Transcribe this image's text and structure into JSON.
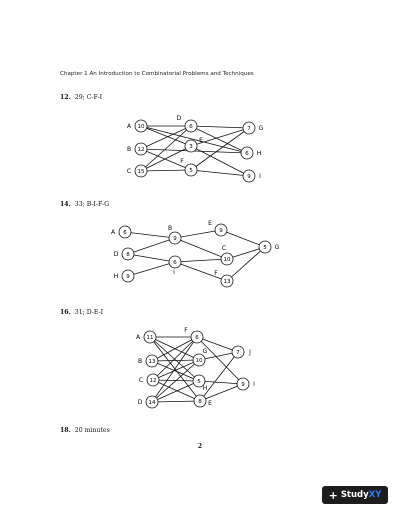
{
  "header": "Chapter 1 An Introduction to Combinatorial Problems and Techniques",
  "page_number": "2",
  "footer_brand": {
    "prefix": "Study",
    "suffix": "XY"
  },
  "problems": [
    {
      "number": "12.",
      "answer": "29; C-F-I",
      "graph": {
        "nodes": [
          {
            "id": "A",
            "value": "10",
            "label": "A"
          },
          {
            "id": "B",
            "value": "12",
            "label": "B"
          },
          {
            "id": "C",
            "value": "15",
            "label": "C"
          },
          {
            "id": "D",
            "value": "6",
            "label": "D"
          },
          {
            "id": "E",
            "value": "3",
            "label": "E"
          },
          {
            "id": "F",
            "value": "5",
            "label": "F"
          },
          {
            "id": "G",
            "value": "7",
            "label": "G"
          },
          {
            "id": "H",
            "value": "6",
            "label": "H"
          },
          {
            "id": "I",
            "value": "9",
            "label": "I"
          }
        ],
        "edges": [
          [
            "A",
            "D"
          ],
          [
            "A",
            "E"
          ],
          [
            "A",
            "H"
          ],
          [
            "B",
            "D"
          ],
          [
            "B",
            "F"
          ],
          [
            "C",
            "E"
          ],
          [
            "C",
            "F"
          ],
          [
            "C",
            "D"
          ],
          [
            "D",
            "G"
          ],
          [
            "D",
            "H"
          ],
          [
            "E",
            "G"
          ],
          [
            "E",
            "I"
          ],
          [
            "F",
            "G"
          ],
          [
            "F",
            "I"
          ],
          [
            "B",
            "H"
          ]
        ]
      }
    },
    {
      "number": "14.",
      "answer": "33; B-I-F-G",
      "graph": {
        "nodes": [
          {
            "id": "A",
            "value": "6",
            "label": "A"
          },
          {
            "id": "D",
            "value": "8",
            "label": "D"
          },
          {
            "id": "H",
            "value": "9",
            "label": "H"
          },
          {
            "id": "B",
            "value": "9",
            "label": "B"
          },
          {
            "id": "I",
            "value": "6",
            "label": "I"
          },
          {
            "id": "E",
            "value": "9",
            "label": "E"
          },
          {
            "id": "C",
            "value": "10",
            "label": "C"
          },
          {
            "id": "F",
            "value": "13",
            "label": "F"
          },
          {
            "id": "G",
            "value": "5",
            "label": "G"
          }
        ],
        "edges": [
          [
            "A",
            "B"
          ],
          [
            "D",
            "B"
          ],
          [
            "D",
            "I"
          ],
          [
            "H",
            "I"
          ],
          [
            "B",
            "E"
          ],
          [
            "B",
            "C"
          ],
          [
            "I",
            "C"
          ],
          [
            "I",
            "F"
          ],
          [
            "E",
            "G"
          ],
          [
            "C",
            "G"
          ],
          [
            "F",
            "G"
          ]
        ]
      }
    },
    {
      "number": "16.",
      "answer": "31; D-E-I",
      "graph": {
        "nodes": [
          {
            "id": "A",
            "value": "11",
            "label": "A"
          },
          {
            "id": "B",
            "value": "13",
            "label": "B"
          },
          {
            "id": "C",
            "value": "12",
            "label": "C"
          },
          {
            "id": "D",
            "value": "14",
            "label": "D"
          },
          {
            "id": "F",
            "value": "6",
            "label": "F"
          },
          {
            "id": "G",
            "value": "10",
            "label": "G"
          },
          {
            "id": "H",
            "value": "5",
            "label": "H"
          },
          {
            "id": "E",
            "value": "8",
            "label": "E"
          },
          {
            "id": "J",
            "value": "7",
            "label": "J"
          },
          {
            "id": "I",
            "value": "9",
            "label": "I"
          }
        ],
        "edges": [
          [
            "A",
            "F"
          ],
          [
            "A",
            "G"
          ],
          [
            "A",
            "H"
          ],
          [
            "A",
            "E"
          ],
          [
            "B",
            "F"
          ],
          [
            "B",
            "G"
          ],
          [
            "B",
            "H"
          ],
          [
            "C",
            "F"
          ],
          [
            "C",
            "H"
          ],
          [
            "C",
            "E"
          ],
          [
            "C",
            "G"
          ],
          [
            "D",
            "G"
          ],
          [
            "D",
            "H"
          ],
          [
            "D",
            "E"
          ],
          [
            "D",
            "F"
          ],
          [
            "F",
            "J"
          ],
          [
            "F",
            "I"
          ],
          [
            "G",
            "J"
          ],
          [
            "H",
            "I"
          ],
          [
            "E",
            "I"
          ],
          [
            "E",
            "J"
          ]
        ]
      }
    },
    {
      "number": "18.",
      "answer": "20 minutes"
    }
  ]
}
